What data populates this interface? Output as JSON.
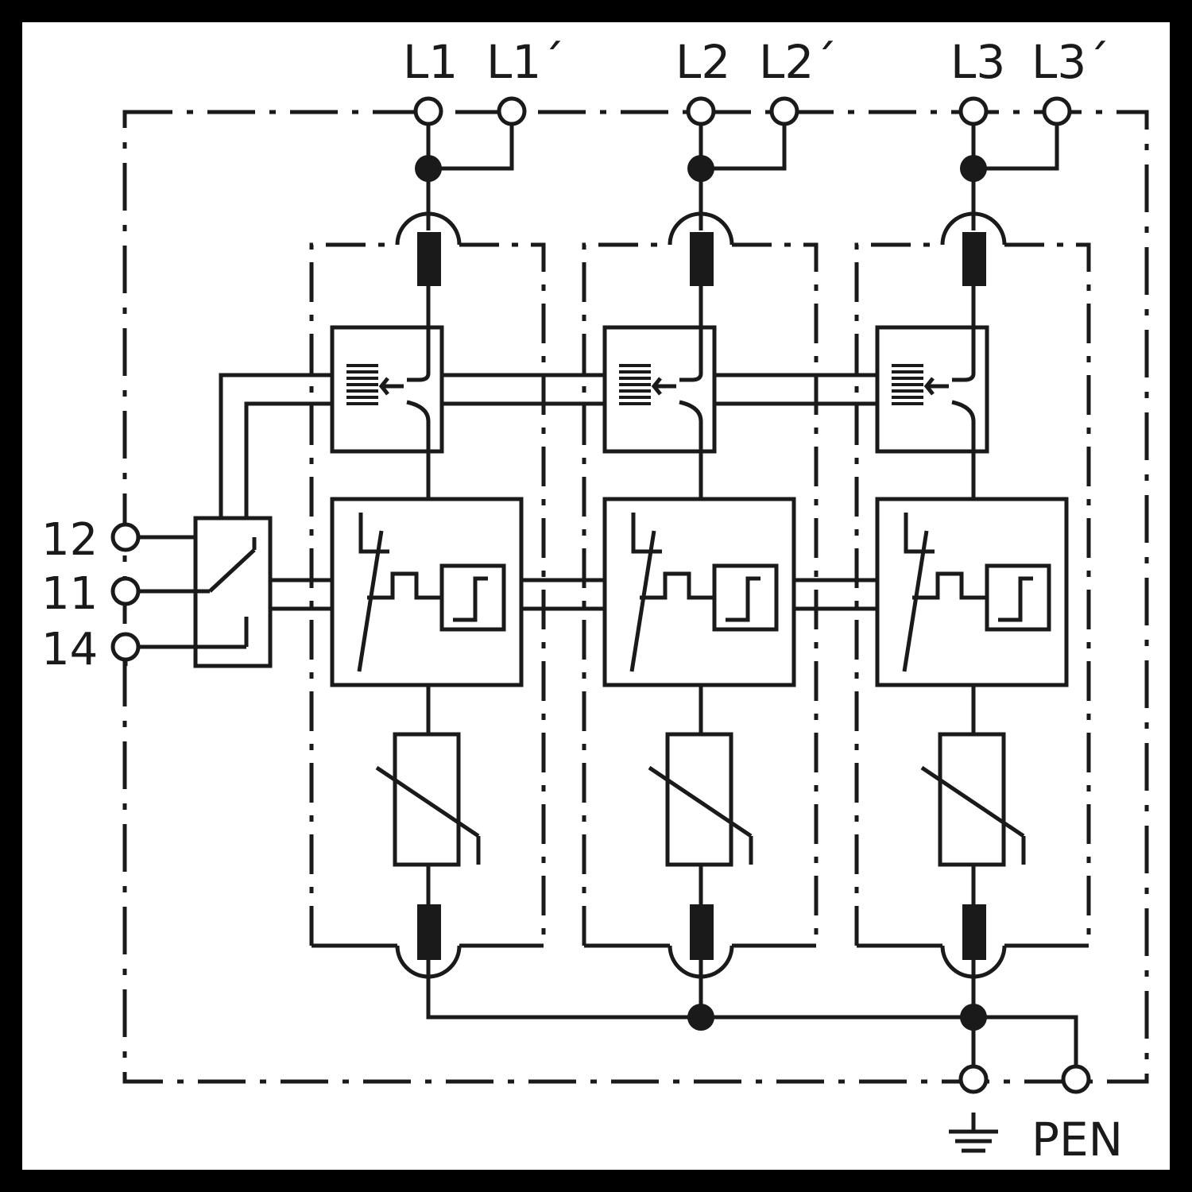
{
  "diagram": {
    "terminals_top": [
      "L1",
      "L1´",
      "L2",
      "L2´",
      "L3",
      "L3´"
    ],
    "terminals_left": [
      "12",
      "11",
      "14"
    ],
    "terminal_bottom": "PEN",
    "ink_color": "#1a1a1a",
    "background_color": "#ffffff",
    "frame_color": "#000000",
    "icons": {
      "earth": "earth-ground-icon",
      "varistor": "varistor-icon",
      "fuse": "fuse-icon",
      "switch": "remote-signal-switch-icon"
    }
  }
}
